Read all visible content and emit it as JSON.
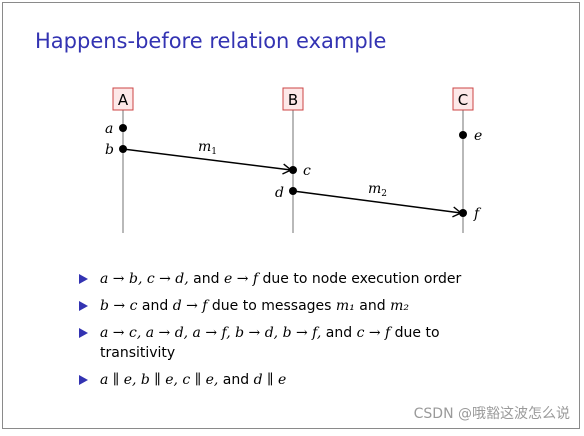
{
  "title": "Happens-before relation example",
  "nodes": [
    "A",
    "B",
    "C"
  ],
  "events": {
    "a": "a",
    "b": "b",
    "c": "c",
    "d": "d",
    "e": "e",
    "f": "f"
  },
  "messages": {
    "m1": "m",
    "m1_sub": "1",
    "m2": "m",
    "m2_sub": "2"
  },
  "bullets": [
    {
      "parts": [
        {
          "t": "a → b, c → d,",
          "math": true
        },
        {
          "t": " and ",
          "math": false
        },
        {
          "t": "e → f",
          "math": true
        },
        {
          "t": " due to node execution order",
          "math": false
        }
      ]
    },
    {
      "parts": [
        {
          "t": "b → c",
          "math": true
        },
        {
          "t": " and ",
          "math": false
        },
        {
          "t": "d → f",
          "math": true
        },
        {
          "t": " due to messages ",
          "math": false
        },
        {
          "t": "m₁",
          "math": true
        },
        {
          "t": " and ",
          "math": false
        },
        {
          "t": "m₂",
          "math": true
        }
      ]
    },
    {
      "parts": [
        {
          "t": "a → c, a → d, a → f, b → d, b → f,",
          "math": true
        },
        {
          "t": " and ",
          "math": false
        },
        {
          "t": "c → f",
          "math": true
        },
        {
          "t": " due to transitivity",
          "math": false
        }
      ]
    },
    {
      "parts": [
        {
          "t": "a ∥ e, b ∥ e, c ∥ e,",
          "math": true
        },
        {
          "t": " and ",
          "math": false
        },
        {
          "t": "d ∥ e",
          "math": true
        }
      ]
    }
  ],
  "watermark": "CSDN @哦豁这波怎么说",
  "colors": {
    "accent": "#3333b2",
    "node_fill": "#fde8e8",
    "node_stroke": "#cc4444"
  }
}
